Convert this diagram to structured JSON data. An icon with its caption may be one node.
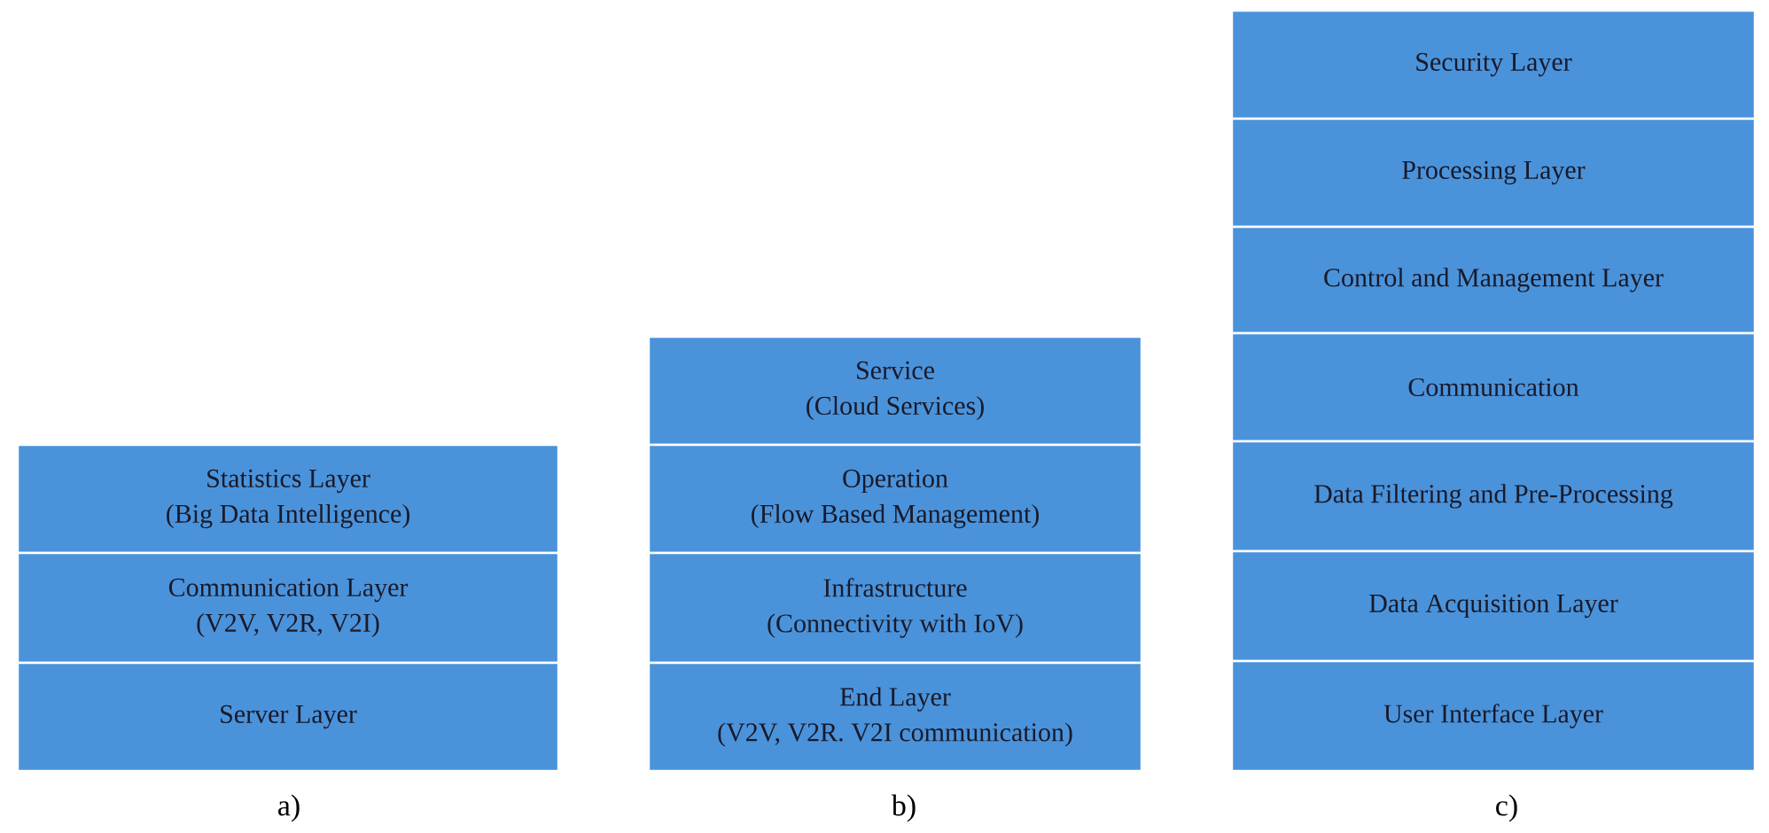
{
  "diagram": {
    "nodes": [
      {
        "text": [
          "Statistics Layer",
          "(Big Data Intelligence)"
        ]
      },
      {
        "text": [
          "Communication Layer",
          "(V2V, V2R, V2I)"
        ]
      },
      {
        "text": [
          "Server Layer"
        ]
      },
      {
        "text": [
          "Service",
          "(Cloud Services)"
        ]
      },
      {
        "text": [
          "Operation",
          "(Flow Based Management)"
        ]
      },
      {
        "text": [
          "Infrastructure",
          "(Connectivity with IoV)"
        ]
      },
      {
        "text": [
          "End Layer",
          "(V2V, V2R. V2I communication)"
        ]
      },
      {
        "text": [
          "Security Layer"
        ]
      },
      {
        "text": [
          "Processing Layer"
        ]
      },
      {
        "text": [
          "Control and Management Layer"
        ]
      },
      {
        "text": [
          "Communication"
        ]
      },
      {
        "text": [
          "Data Filtering and Pre-Processing"
        ]
      },
      {
        "text": [
          "Data Acquisition Layer"
        ]
      },
      {
        "text": [
          "User Interface Layer"
        ]
      }
    ],
    "labels": [
      "a)",
      "b)",
      "c)"
    ]
  }
}
